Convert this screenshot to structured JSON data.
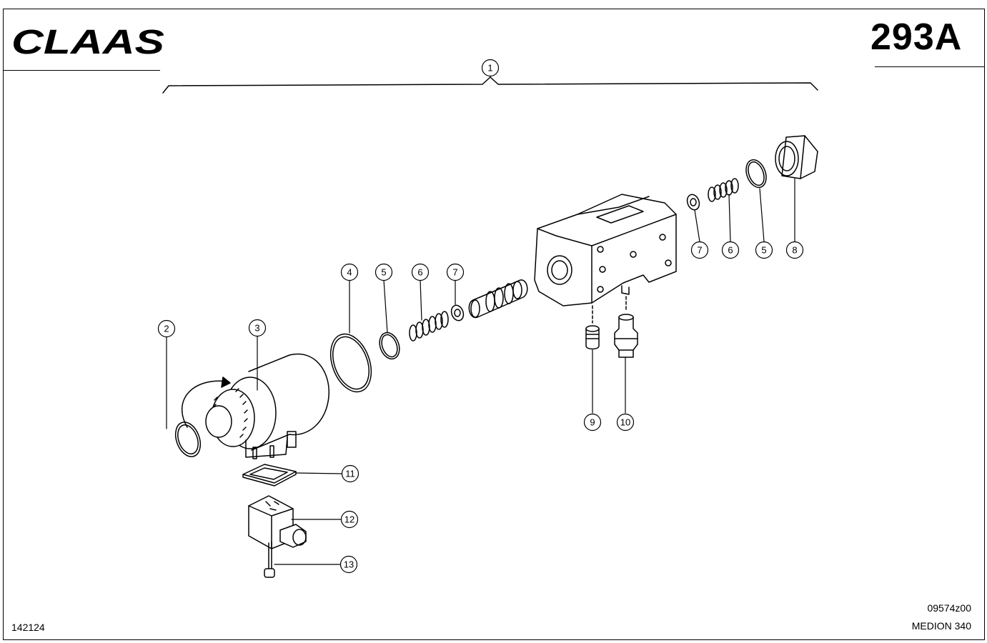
{
  "header": {
    "brand": "CLAAS",
    "sheet_number": "293A"
  },
  "footer": {
    "document_number": "142124",
    "drawing_reference": "09574z00",
    "model": "MEDION 340"
  },
  "callouts": [
    {
      "id": "c1",
      "number": "1",
      "part": "assembly"
    },
    {
      "id": "c2",
      "number": "2",
      "part": "o-ring"
    },
    {
      "id": "c3",
      "number": "3",
      "part": "solenoid-coil"
    },
    {
      "id": "c4",
      "number": "4",
      "part": "o-ring-large"
    },
    {
      "id": "c5a",
      "number": "5",
      "part": "o-ring-small"
    },
    {
      "id": "c6a",
      "number": "6",
      "part": "spring"
    },
    {
      "id": "c7a",
      "number": "7",
      "part": "washer"
    },
    {
      "id": "c7b",
      "number": "7",
      "part": "washer"
    },
    {
      "id": "c6b",
      "number": "6",
      "part": "spring"
    },
    {
      "id": "c5b",
      "number": "5",
      "part": "o-ring-small"
    },
    {
      "id": "c8",
      "number": "8",
      "part": "plug"
    },
    {
      "id": "c9",
      "number": "9",
      "part": "nipple"
    },
    {
      "id": "c10",
      "number": "10",
      "part": "fitting"
    },
    {
      "id": "c11",
      "number": "11",
      "part": "gasket"
    },
    {
      "id": "c12",
      "number": "12",
      "part": "connector"
    },
    {
      "id": "c13",
      "number": "13",
      "part": "screw"
    }
  ]
}
